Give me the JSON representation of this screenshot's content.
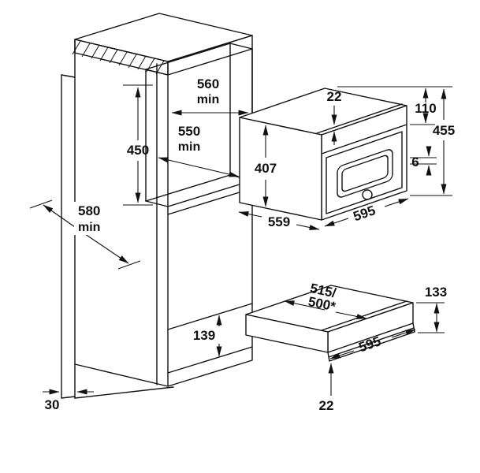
{
  "labels": {
    "niche_width": "560",
    "niche_width_min": "min",
    "niche_depth": "550",
    "niche_depth_min": "min",
    "niche_height": "450",
    "cabinet_depth": "580",
    "cabinet_depth_min": "min",
    "oven_top_inset": "22",
    "control_panel_height": "110",
    "oven_height": "455",
    "oven_door_height": "407",
    "oven_bottom_gap": "6",
    "oven_depth": "559",
    "oven_width": "595",
    "drawer_depth_primary": "515/",
    "drawer_depth_secondary": "500*",
    "drawer_height": "133",
    "base_recess_height": "139",
    "drawer_width": "595",
    "drawer_bottom_inset": "22",
    "plinth_recess": "30"
  }
}
